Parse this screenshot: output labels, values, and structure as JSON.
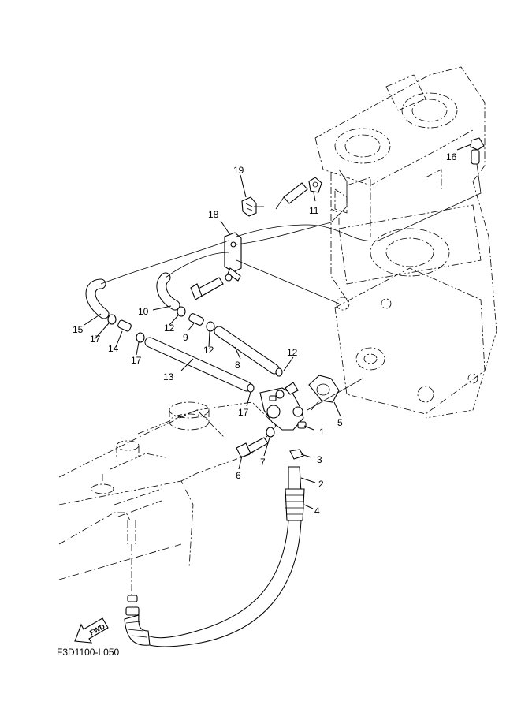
{
  "figure_code": "F3D1100-L050",
  "fwd_label": "FWD",
  "labels": {
    "p1": "1",
    "p2": "2",
    "p3": "3",
    "p4": "4",
    "p5": "5",
    "p6": "6",
    "p7": "7",
    "p8": "8",
    "p9": "9",
    "p10": "10",
    "p11": "11",
    "p12a": "12",
    "p12b": "12",
    "p12c": "12",
    "p13": "13",
    "p14": "14",
    "p15": "15",
    "p16": "16",
    "p17a": "17",
    "p17b": "17",
    "p17c": "17",
    "p18": "18",
    "p19": "19"
  }
}
